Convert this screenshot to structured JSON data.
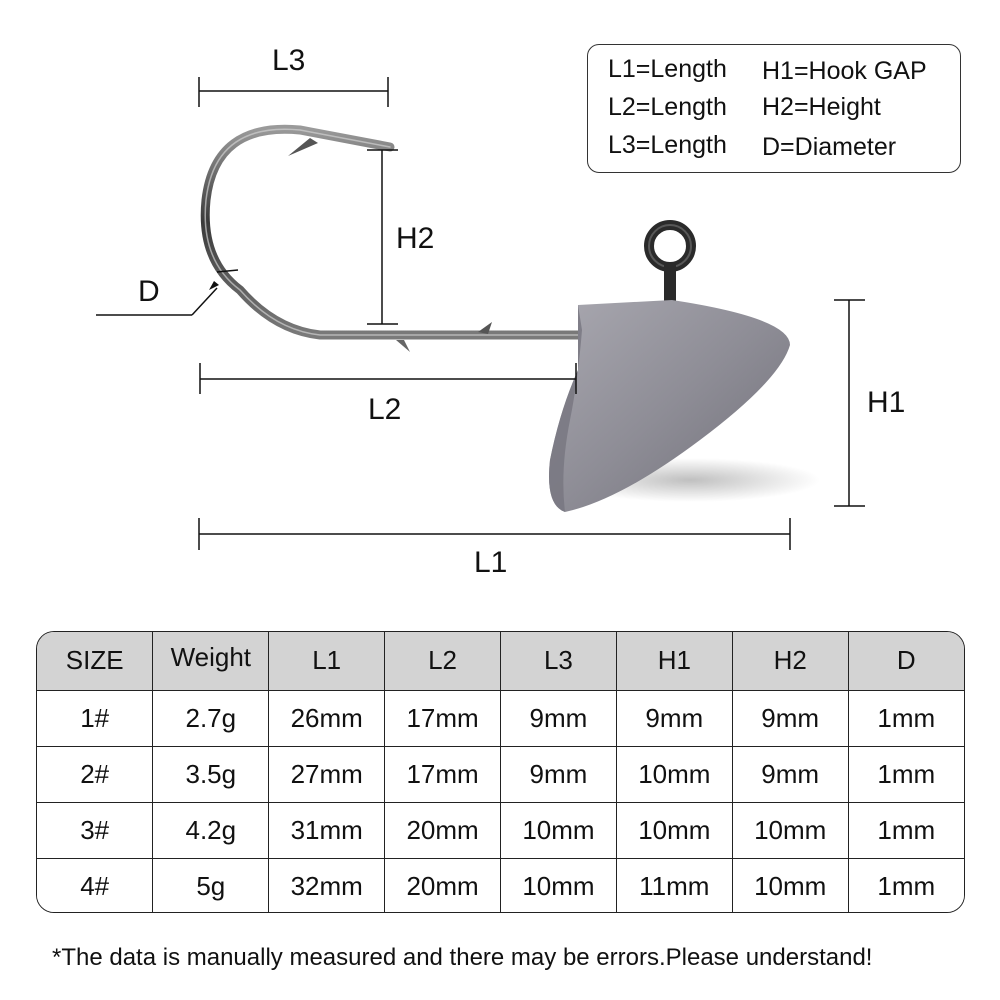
{
  "diagram": {
    "product": "jig-head-hook",
    "dimension_labels": {
      "L1": "L1",
      "L2": "L2",
      "L3": "L3",
      "H1": "H1",
      "H2": "H2",
      "D": "D"
    }
  },
  "legend": {
    "items": [
      {
        "key": "L1",
        "text": "L1=Length"
      },
      {
        "key": "L2",
        "text": "L2=Length"
      },
      {
        "key": "L3",
        "text": "L3=Length"
      },
      {
        "key": "H1",
        "text": "H1=Hook GAP"
      },
      {
        "key": "H2",
        "text": "H2=Height"
      },
      {
        "key": "D",
        "text": "D=Diameter"
      }
    ]
  },
  "table": {
    "headers": [
      "SIZE",
      "Weight",
      "L1",
      "L2",
      "L3",
      "H1",
      "H2",
      "D"
    ],
    "rows": [
      [
        "1#",
        "2.7g",
        "26mm",
        "17mm",
        "9mm",
        "9mm",
        "9mm",
        "1mm"
      ],
      [
        "2#",
        "3.5g",
        "27mm",
        "17mm",
        "9mm",
        "10mm",
        "9mm",
        "1mm"
      ],
      [
        "3#",
        "4.2g",
        "31mm",
        "20mm",
        "10mm",
        "10mm",
        "10mm",
        "1mm"
      ],
      [
        "4#",
        "5g",
        "32mm",
        "20mm",
        "10mm",
        "11mm",
        "10mm",
        "1mm"
      ]
    ],
    "header_bg": "#d3d3d3"
  },
  "footnote": "*The data is manually measured and there may be errors.Please understand!",
  "chart_data": {
    "type": "table",
    "title": "Jig head hook size specifications",
    "columns": [
      "SIZE",
      "Weight",
      "L1",
      "L2",
      "L3",
      "H1",
      "H2",
      "D"
    ],
    "rows": [
      {
        "SIZE": "1#",
        "Weight_g": 2.7,
        "L1_mm": 26,
        "L2_mm": 17,
        "L3_mm": 9,
        "H1_mm": 9,
        "H2_mm": 9,
        "D_mm": 1
      },
      {
        "SIZE": "2#",
        "Weight_g": 3.5,
        "L1_mm": 27,
        "L2_mm": 17,
        "L3_mm": 9,
        "H1_mm": 10,
        "H2_mm": 9,
        "D_mm": 1
      },
      {
        "SIZE": "3#",
        "Weight_g": 4.2,
        "L1_mm": 31,
        "L2_mm": 20,
        "L3_mm": 10,
        "H1_mm": 10,
        "H2_mm": 10,
        "D_mm": 1
      },
      {
        "SIZE": "4#",
        "Weight_g": 5,
        "L1_mm": 32,
        "L2_mm": 20,
        "L3_mm": 10,
        "H1_mm": 11,
        "H2_mm": 10,
        "D_mm": 1
      }
    ],
    "legend": {
      "L1": "Length",
      "L2": "Length",
      "L3": "Length",
      "H1": "Hook GAP",
      "H2": "Height",
      "D": "Diameter"
    }
  }
}
